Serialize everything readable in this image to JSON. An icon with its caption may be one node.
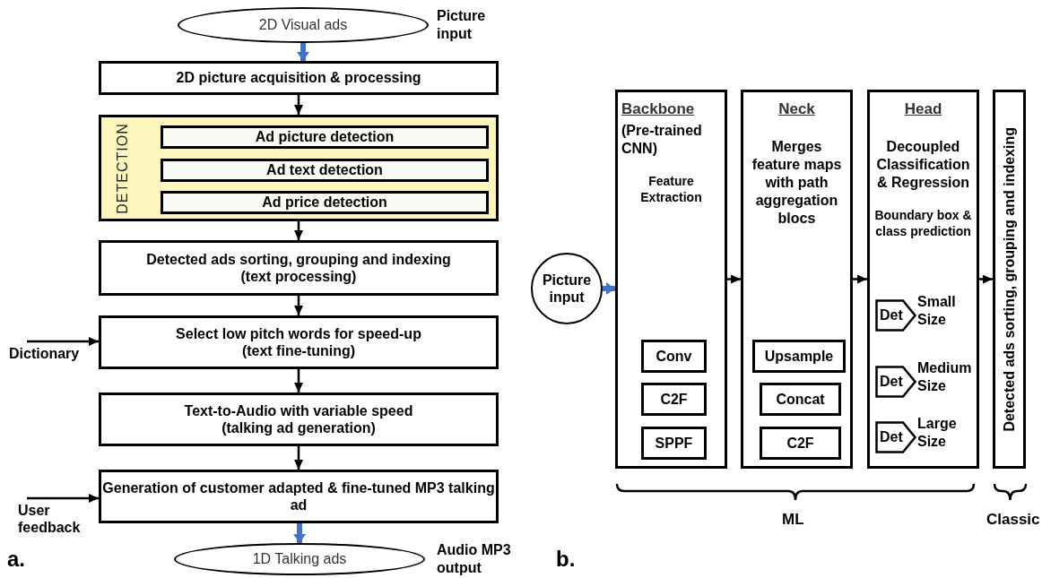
{
  "diagram": {
    "nodes": [
      {
        "text": [
          "2D Visual ads"
        ],
        "beside": [
          "Picture input"
        ]
      },
      {
        "text": [
          "2D picture acquisition & processing"
        ]
      },
      {
        "text": [
          "DETECTION"
        ]
      },
      {
        "text": [
          "Ad picture detection"
        ],
        "in": 2
      },
      {
        "text": [
          "Ad text detection"
        ],
        "in": 2
      },
      {
        "text": [
          "Ad price detection"
        ],
        "in": 2
      },
      {
        "text": [
          "Detected ads sorting, grouping and indexing",
          "(text processing)"
        ]
      },
      {
        "text": [
          "Select low pitch words for speed-up",
          "(text fine-tuning)"
        ]
      },
      {
        "text": [
          "Text-to-Audio with variable speed",
          "(talking ad generation)"
        ]
      },
      {
        "text": [
          "Generation of customer adapted & fine-tuned MP3 talking ad"
        ]
      },
      {
        "text": [
          "1D Talking ads"
        ],
        "beside": [
          "Audio MP3 output"
        ]
      },
      {
        "text": [
          "Dictionary"
        ]
      },
      {
        "text": [
          "User feedback"
        ]
      },
      {
        "text": [
          "Picture input"
        ]
      },
      {
        "text": [
          "Backbone",
          "(Pre-trained CNN)",
          "Feature Extraction"
        ]
      },
      {
        "text": [
          "Conv"
        ],
        "in": 14
      },
      {
        "text": [
          "C2F"
        ],
        "in": 14
      },
      {
        "text": [
          "SPPF"
        ],
        "in": 14
      },
      {
        "text": [
          "Neck",
          "Merges feature maps with path aggregation blocs"
        ]
      },
      {
        "text": [
          "Upsample"
        ],
        "in": 18
      },
      {
        "text": [
          "Concat"
        ],
        "in": 18
      },
      {
        "text": [
          "C2F"
        ],
        "in": 18
      },
      {
        "text": [
          "Head",
          "Decoupled Classification & Regression",
          "Boundary box & class prediction"
        ]
      },
      {
        "text": [
          "Det"
        ],
        "in": 22,
        "beside": [
          "Small Size"
        ]
      },
      {
        "text": [
          "Det"
        ],
        "in": 22,
        "beside": [
          "Medium Size"
        ]
      },
      {
        "text": [
          "Det"
        ],
        "in": 22,
        "beside": [
          "Large Size"
        ]
      },
      {
        "text": [
          "Detected ads sorting, grouping and indexing"
        ]
      }
    ],
    "edges": [
      {
        "from": 0,
        "to": 1,
        "arrow": "to",
        "style": "thick",
        "color": "#4472c4"
      },
      {
        "from": 1,
        "to": 2,
        "arrow": "to"
      },
      {
        "from": 2,
        "to": 6,
        "arrow": "to"
      },
      {
        "from": 6,
        "to": 7,
        "arrow": "to"
      },
      {
        "from": 7,
        "to": 8,
        "arrow": "to"
      },
      {
        "from": 8,
        "to": 9,
        "arrow": "to"
      },
      {
        "from": 9,
        "to": 10,
        "arrow": "to",
        "style": "thick",
        "color": "#4472c4"
      },
      {
        "from": 11,
        "to": 7,
        "arrow": "to"
      },
      {
        "from": 12,
        "to": 9,
        "arrow": "to"
      },
      {
        "from": 13,
        "to": 14,
        "arrow": "to",
        "style": "thick",
        "color": "#4472c4"
      },
      {
        "from": 14,
        "to": 18,
        "arrow": "to"
      },
      {
        "from": 18,
        "to": 22,
        "arrow": "to"
      },
      {
        "from": 22,
        "to": 26,
        "arrow": "to"
      }
    ],
    "labels": [
      "a.",
      "b.",
      "ML",
      "Classic"
    ]
  }
}
